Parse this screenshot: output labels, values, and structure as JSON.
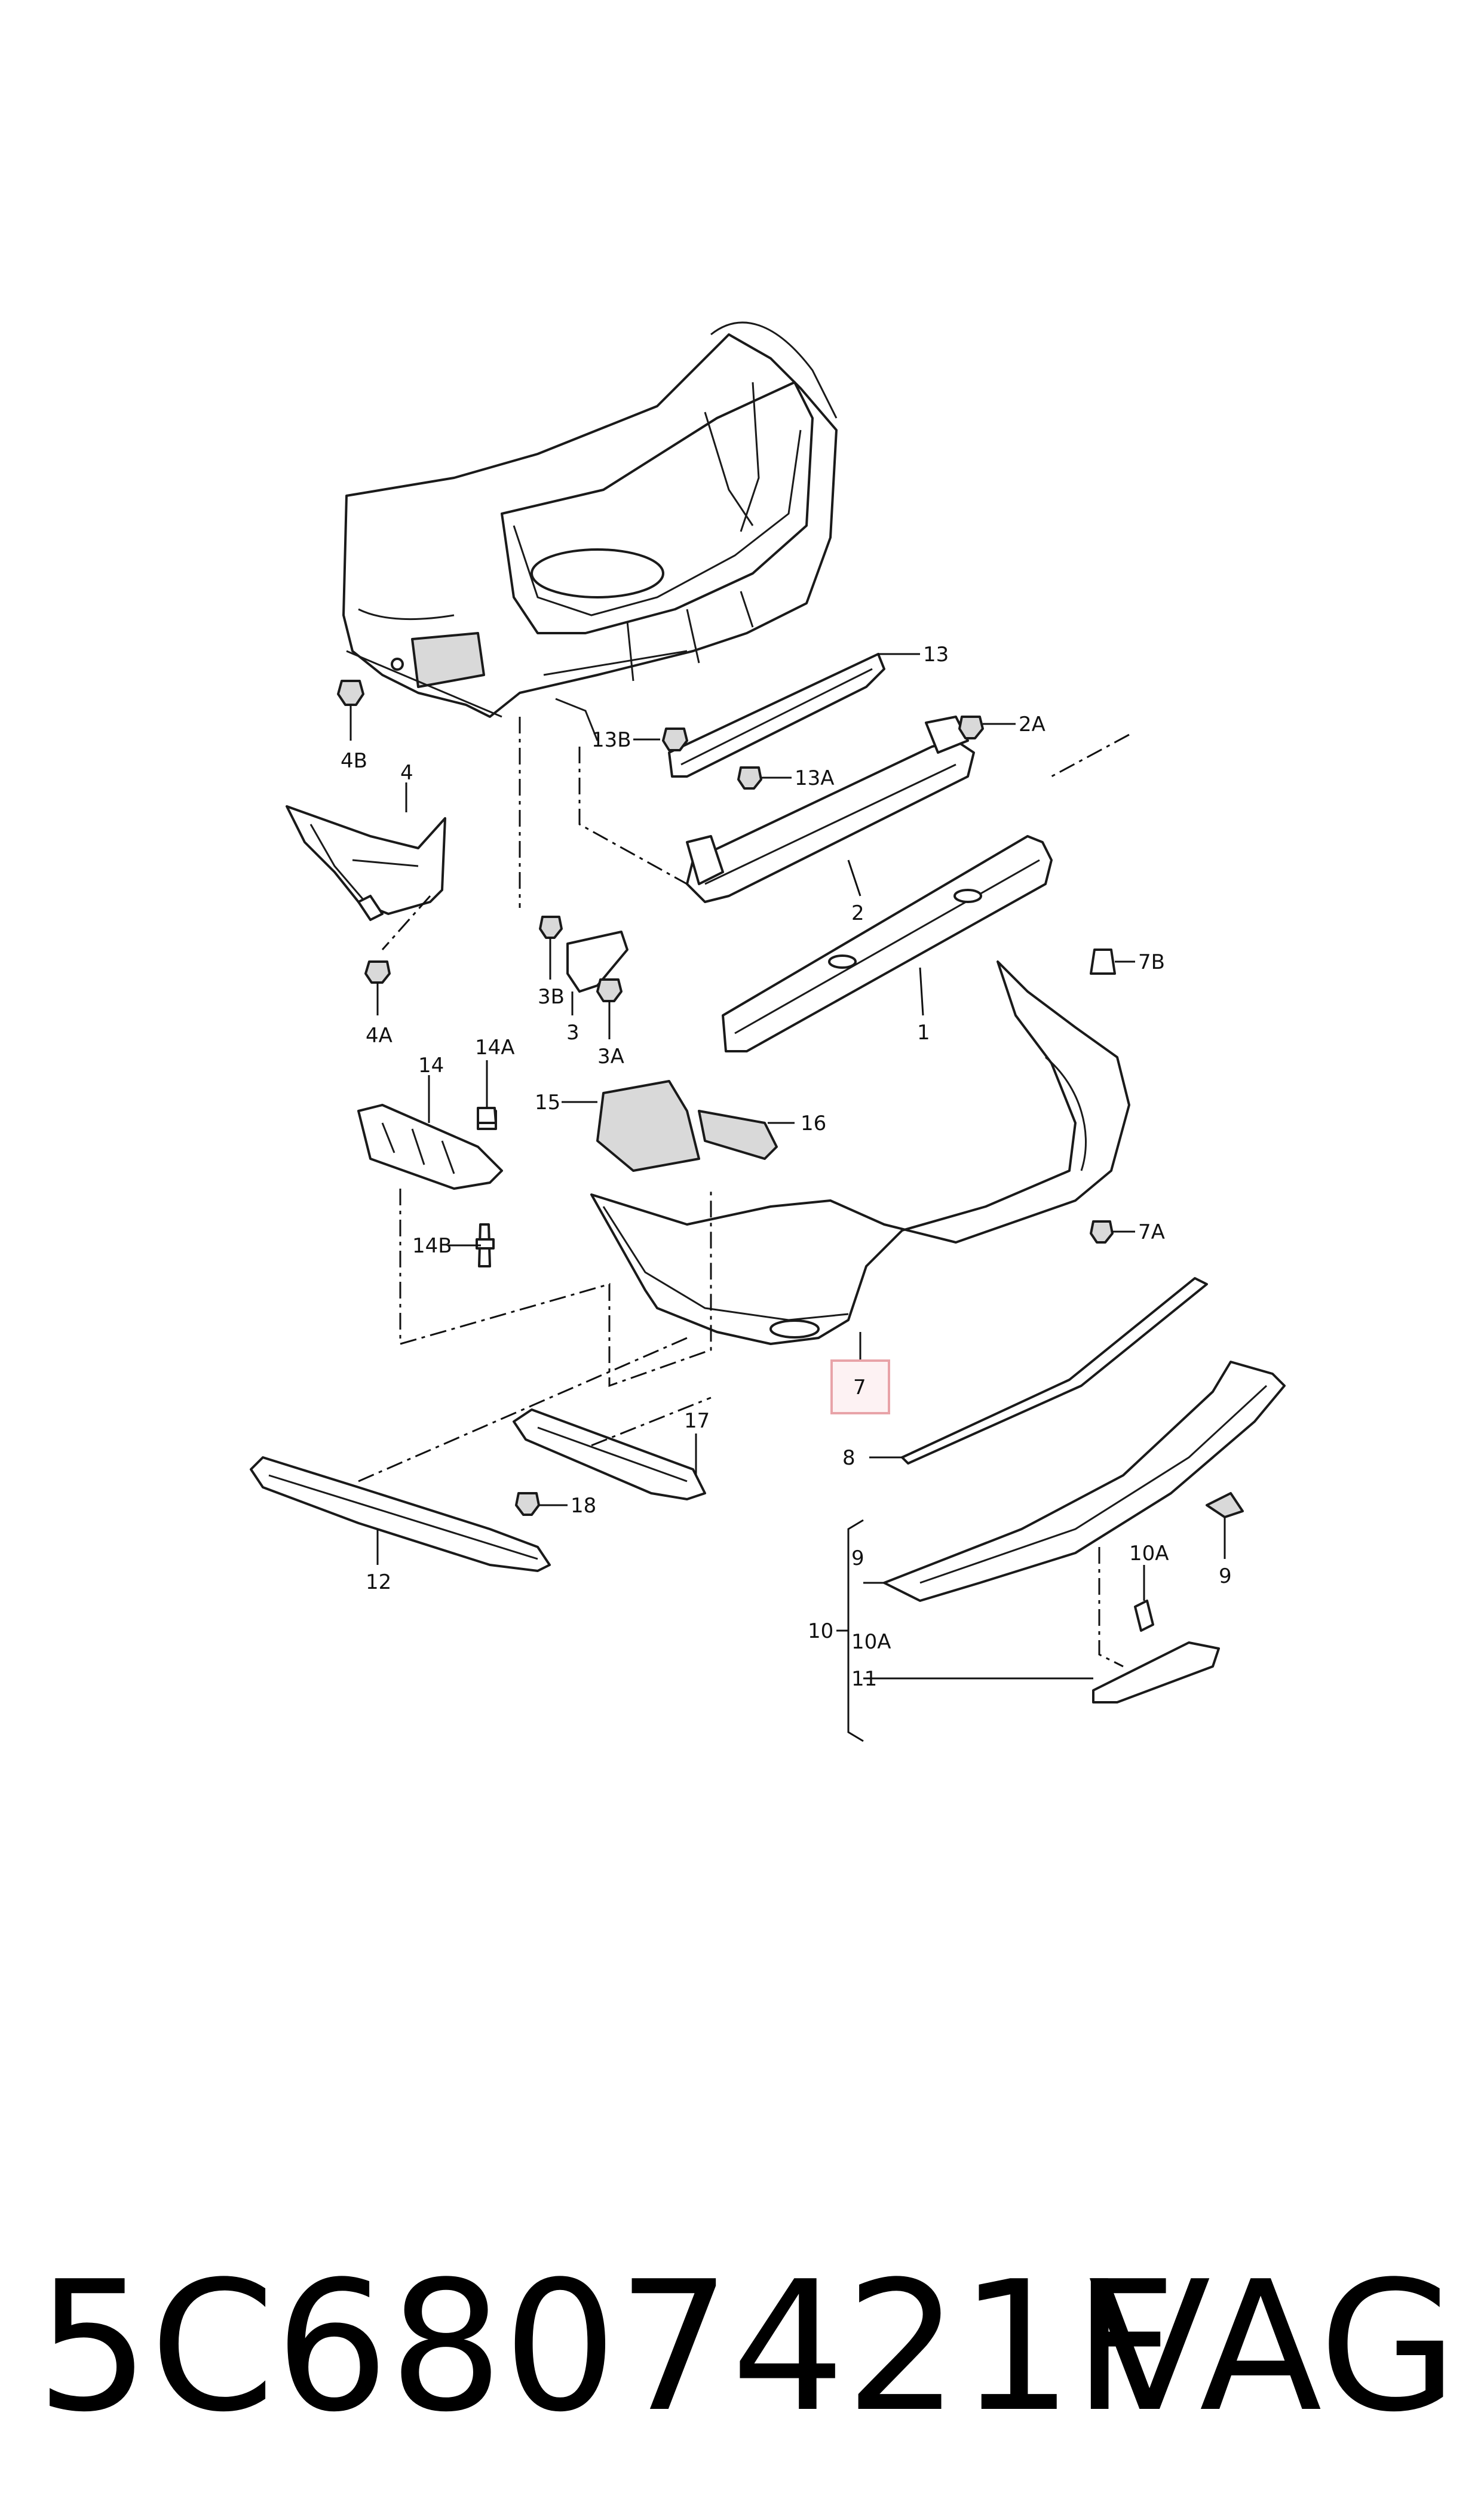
{
  "labels": {
    "l1": "1",
    "l2": "2",
    "l2a": "2A",
    "l3": "3",
    "l3a": "3A",
    "l3b": "3B",
    "l4": "4",
    "l4a": "4A",
    "l4b": "4B",
    "l7": "7",
    "l7a": "7A",
    "l7b": "7B",
    "l8": "8",
    "l9a": "9",
    "l9b": "9",
    "l10": "10",
    "l10a_top": "10A",
    "l10a_bracket": "10A",
    "l11": "11",
    "l12": "12",
    "l13": "13",
    "l13a": "13A",
    "l13b": "13B",
    "l14": "14",
    "l14a": "14A",
    "l14b": "14B",
    "l15": "15",
    "l16": "16",
    "l17": "17",
    "l18": "18"
  },
  "highlight_label": "7",
  "highlight_color": "#e8a3a8",
  "footer": {
    "part_number": "5C6807421F",
    "brand": "VAG"
  }
}
